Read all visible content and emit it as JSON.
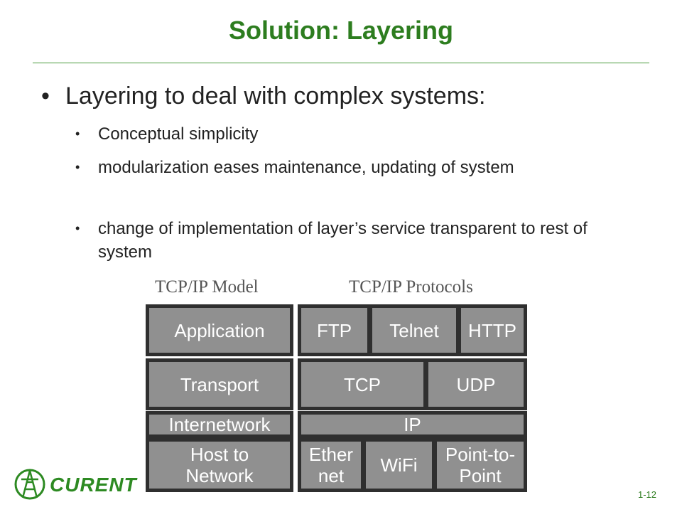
{
  "slide": {
    "title": "Solution: Layering",
    "main_bullet": "Layering to deal with complex systems:",
    "sub_bullets": [
      "Conceptual simplicity",
      "modularization eases maintenance, updating of system",
      "change of implementation of layer’s service transparent to rest of system"
    ],
    "page_number": "1-12"
  },
  "diagram": {
    "model_header": "TCP/IP Model",
    "protocols_header": "TCP/IP Protocols",
    "model_layers": [
      "Application",
      "Transport",
      "Internetwork",
      "Host to Network"
    ],
    "protocols": {
      "application": [
        "FTP",
        "Telnet",
        "HTTP"
      ],
      "transport": [
        "TCP",
        "UDP"
      ],
      "internet": [
        "IP"
      ],
      "link": [
        "Ether net",
        "WiFi",
        "Point-to-Point"
      ]
    },
    "colors": {
      "box_fill": "#909090",
      "box_border": "#2f2f2f",
      "title_green": "#2d7d1f"
    }
  },
  "logo": {
    "text": "CURENT",
    "icon": "tower-icon"
  }
}
